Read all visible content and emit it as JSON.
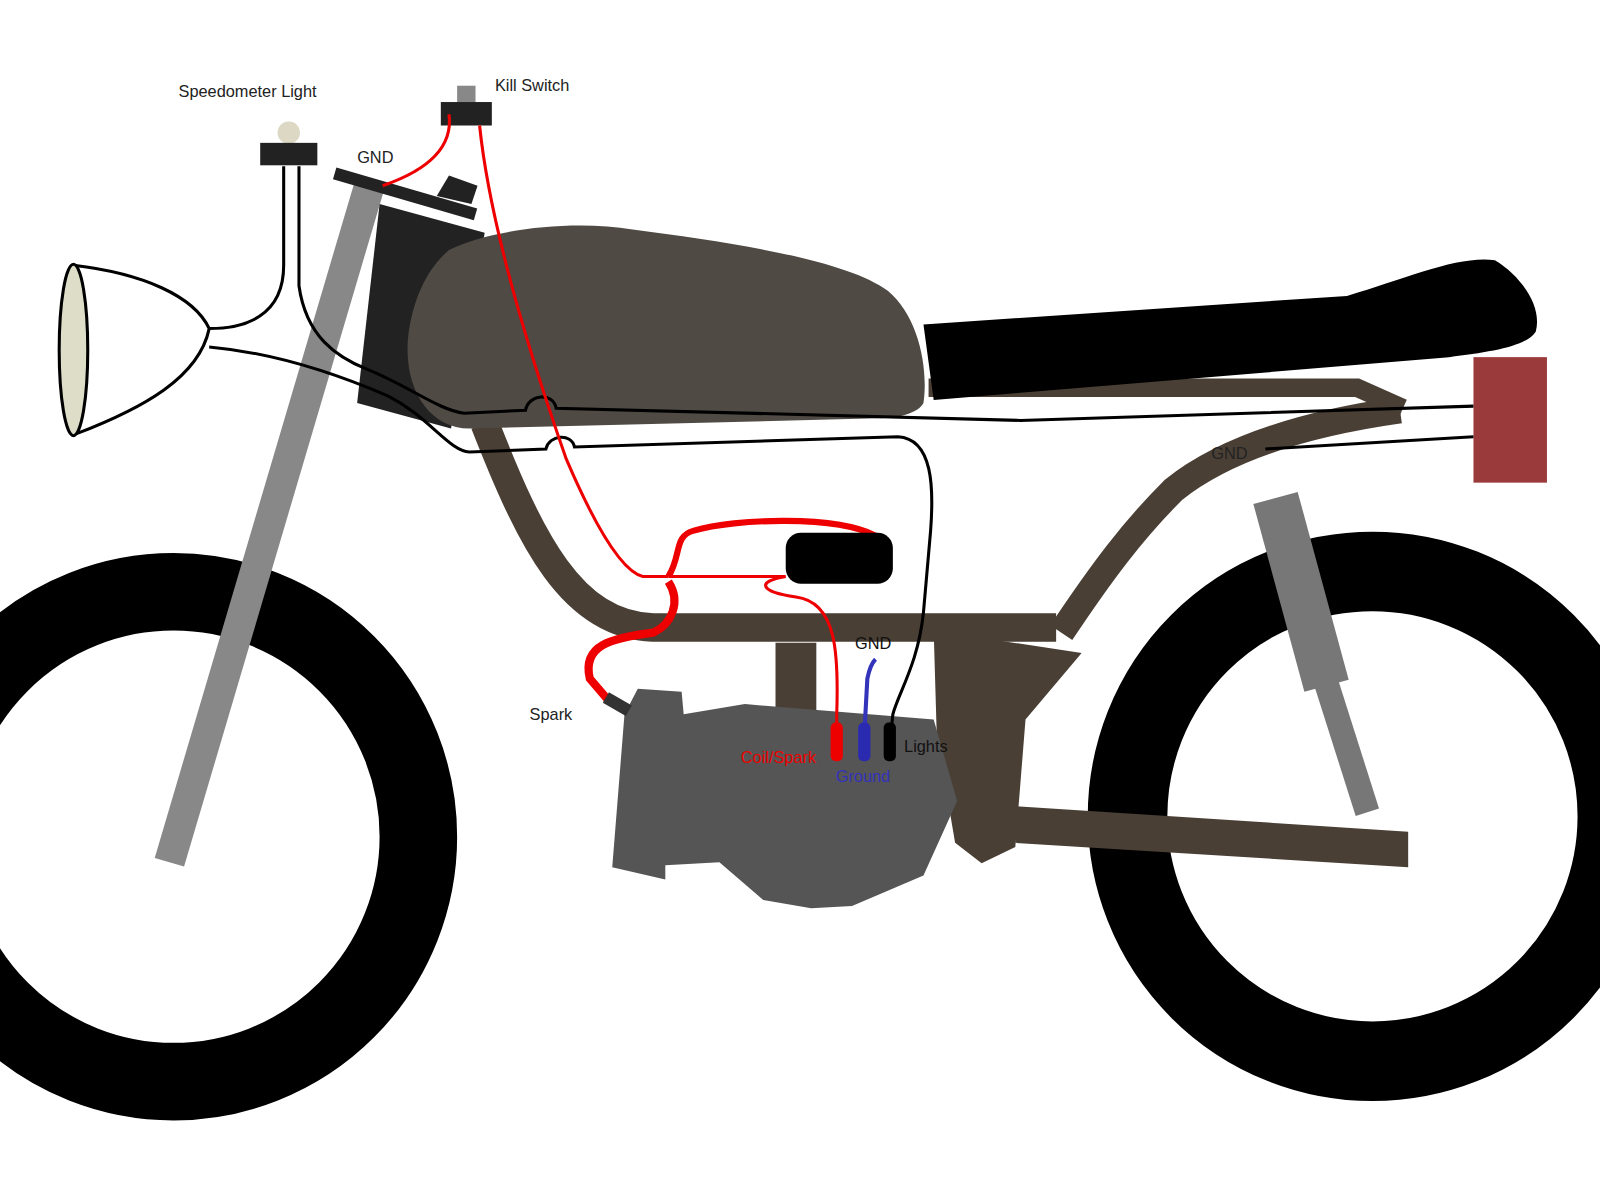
{
  "diagram": {
    "labels": [
      "Kill Switch",
      "Speedometer Light",
      "GND",
      "GND",
      "GND",
      "Spark",
      "Lights",
      "Coil/Spark",
      "Ground"
    ]
  }
}
